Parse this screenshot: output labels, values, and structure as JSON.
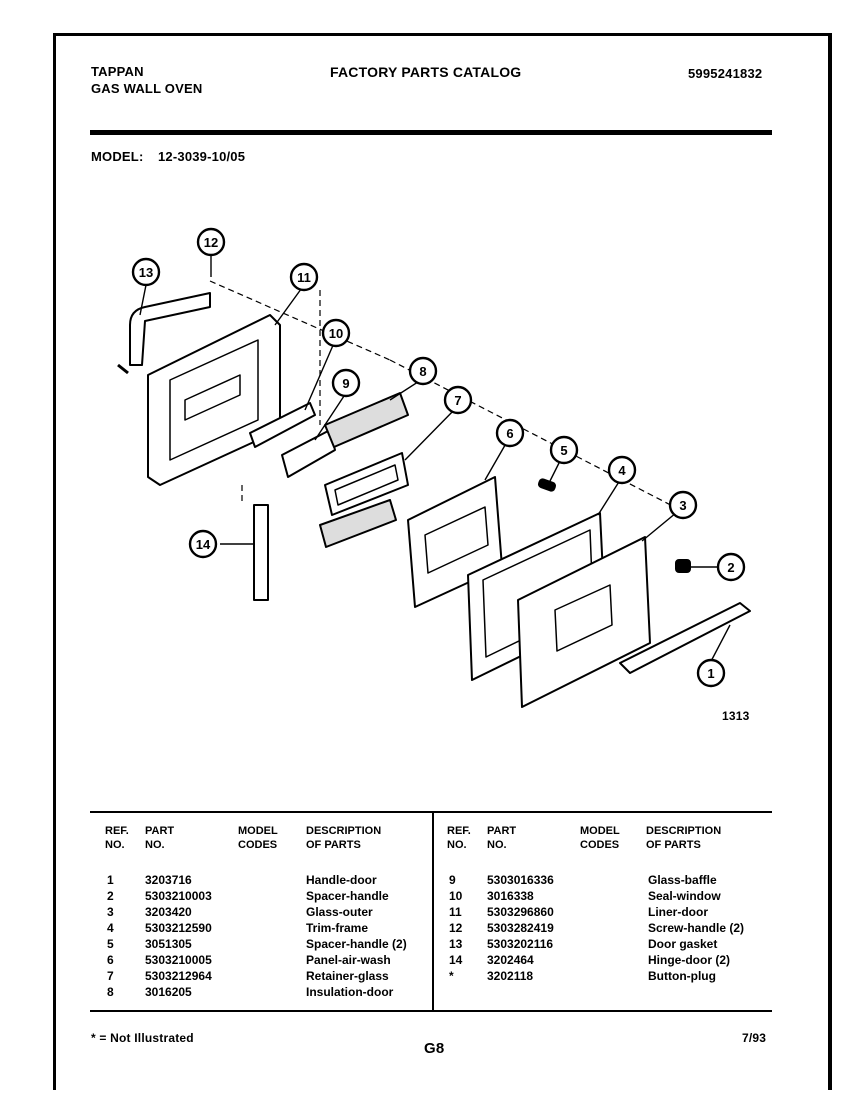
{
  "header": {
    "brand": "TAPPAN",
    "product": "GAS WALL OVEN",
    "catalog_title": "FACTORY PARTS CATALOG",
    "catalog_number": "5995241832",
    "model_label": "MODEL:",
    "model_number": "12-3039-10/05"
  },
  "diagram": {
    "figure_number": "1313",
    "callouts": [
      "1",
      "2",
      "3",
      "4",
      "5",
      "6",
      "7",
      "8",
      "9",
      "10",
      "11",
      "12",
      "13",
      "14"
    ]
  },
  "table": {
    "headers": {
      "ref": "REF.\nNO.",
      "part": "PART\nNO.",
      "model": "MODEL\nCODES",
      "desc": "DESCRIPTION\nOF PARTS"
    },
    "left_rows": [
      {
        "ref": "1",
        "part": "3203716",
        "desc": "Handle-door"
      },
      {
        "ref": "2",
        "part": "5303210003",
        "desc": "Spacer-handle"
      },
      {
        "ref": "3",
        "part": "3203420",
        "desc": "Glass-outer"
      },
      {
        "ref": "4",
        "part": "5303212590",
        "desc": "Trim-frame"
      },
      {
        "ref": "5",
        "part": "3051305",
        "desc": "Spacer-handle (2)"
      },
      {
        "ref": "6",
        "part": "5303210005",
        "desc": "Panel-air-wash"
      },
      {
        "ref": "7",
        "part": "5303212964",
        "desc": "Retainer-glass"
      },
      {
        "ref": "8",
        "part": "3016205",
        "desc": "Insulation-door"
      }
    ],
    "right_rows": [
      {
        "ref": "9",
        "part": "5303016336",
        "desc": "Glass-baffle"
      },
      {
        "ref": "10",
        "part": "3016338",
        "desc": "Seal-window"
      },
      {
        "ref": "11",
        "part": "5303296860",
        "desc": "Liner-door"
      },
      {
        "ref": "12",
        "part": "5303282419",
        "desc": "Screw-handle (2)"
      },
      {
        "ref": "13",
        "part": "5303202116",
        "desc": "Door gasket"
      },
      {
        "ref": "14",
        "part": "3202464",
        "desc": "Hinge-door (2)"
      },
      {
        "ref": "*",
        "part": "3202118",
        "desc": "Button-plug"
      }
    ]
  },
  "footer": {
    "note": "* = Not Illustrated",
    "page": "G8",
    "date": "7/93"
  }
}
